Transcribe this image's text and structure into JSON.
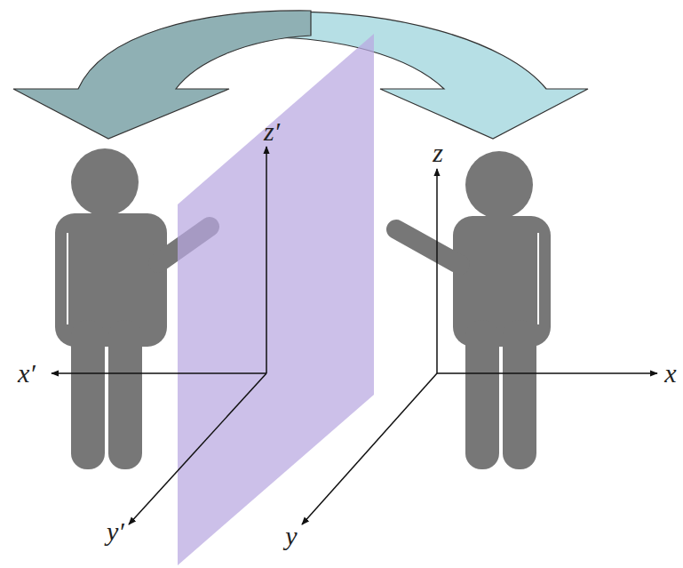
{
  "diagram": {
    "labels": [
      "x′",
      "y′",
      "z′",
      "z",
      "y",
      "x"
    ]
  }
}
